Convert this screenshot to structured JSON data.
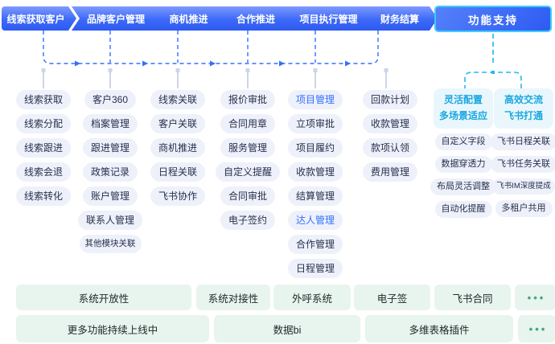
{
  "flow": {
    "steps": [
      {
        "label": "线索获取客户"
      },
      {
        "label": "品牌客户管理"
      },
      {
        "label": "商机推进"
      },
      {
        "label": "合作推进"
      },
      {
        "label": "项目执行管理"
      },
      {
        "label": "财务结算"
      }
    ],
    "support_label": "功能支持"
  },
  "process_columns": [
    {
      "step": "线索获取客户",
      "items": [
        {
          "label": "线索获取"
        },
        {
          "label": "线索分配"
        },
        {
          "label": "线索跟进"
        },
        {
          "label": "线索会退"
        },
        {
          "label": "线索转化"
        }
      ]
    },
    {
      "step": "品牌客户管理",
      "items": [
        {
          "label": "客户360"
        },
        {
          "label": "档案管理"
        },
        {
          "label": "跟进管理"
        },
        {
          "label": "政策记录"
        },
        {
          "label": "账户管理"
        },
        {
          "label": "联系人管理"
        },
        {
          "label": "其他模块关联",
          "small": true
        }
      ]
    },
    {
      "step": "商机推进",
      "items": [
        {
          "label": "线索关联"
        },
        {
          "label": "客户关联"
        },
        {
          "label": "商机推进"
        },
        {
          "label": "日程关联"
        },
        {
          "label": "飞书协作"
        }
      ]
    },
    {
      "step": "合作推进",
      "items": [
        {
          "label": "报价审批"
        },
        {
          "label": "合同用章"
        },
        {
          "label": "服务管理"
        },
        {
          "label": "自定义提醒"
        },
        {
          "label": "合同审批"
        },
        {
          "label": "电子签约"
        }
      ]
    },
    {
      "step": "项目执行管理",
      "items": [
        {
          "label": "项目管理",
          "highlight": true
        },
        {
          "label": "立项审批"
        },
        {
          "label": "项目履约"
        },
        {
          "label": "收款管理"
        },
        {
          "label": "结算管理"
        },
        {
          "label": "达人管理",
          "highlight": true
        },
        {
          "label": "合作管理"
        },
        {
          "label": "日程管理"
        }
      ]
    },
    {
      "step": "财务结算",
      "items": [
        {
          "label": "回款计划"
        },
        {
          "label": "收款管理"
        },
        {
          "label": "款项认领"
        },
        {
          "label": "费用管理"
        }
      ]
    }
  ],
  "support": {
    "groups": [
      {
        "title_lines": [
          "灵活配置",
          "多场景适应"
        ],
        "items": [
          {
            "label": "自定义字段"
          },
          {
            "label": "数据穿透力"
          },
          {
            "label": "布局灵活调整"
          },
          {
            "label": "自动化提醒"
          }
        ]
      },
      {
        "title_lines": [
          "高效交流",
          "飞书打通"
        ],
        "items": [
          {
            "label": "飞书日程关联"
          },
          {
            "label": "飞书任务关联"
          },
          {
            "label": "飞书IM深度提成",
            "small": true
          },
          {
            "label": "多租户共用"
          }
        ]
      }
    ]
  },
  "bottom_rows": [
    {
      "cells": [
        {
          "label": "系统开放性"
        },
        {
          "label": "系统对接性"
        },
        {
          "label": "外呼系统"
        },
        {
          "label": "电子签"
        },
        {
          "label": "飞书合同"
        },
        {
          "label": "•••",
          "dots": true
        }
      ]
    },
    {
      "cells": [
        {
          "label": "更多功能持续上线中"
        },
        {
          "label": "数据bi"
        },
        {
          "label": "多维表格插件"
        },
        {
          "label": "•••",
          "dots": true
        }
      ]
    }
  ],
  "colors": {
    "accent_blue": "#3370ff",
    "step_gradient_top": "#7e99ff",
    "step_gradient_bottom": "#2f5af0",
    "cyan_accent": "#25b6f0",
    "support_border": "#3fcbff",
    "chip_bg": "#eef1fa",
    "chip_text": "#26304d",
    "highlight_text": "#3370ff",
    "support_header_bg": "#e9f7fd",
    "support_header_text": "#1ba7e0",
    "bottom_bg": "#e8f4ee",
    "bottom_text": "#212a2c",
    "dots_green": "#3fa884",
    "stem_gray": "#ccd6e8"
  }
}
